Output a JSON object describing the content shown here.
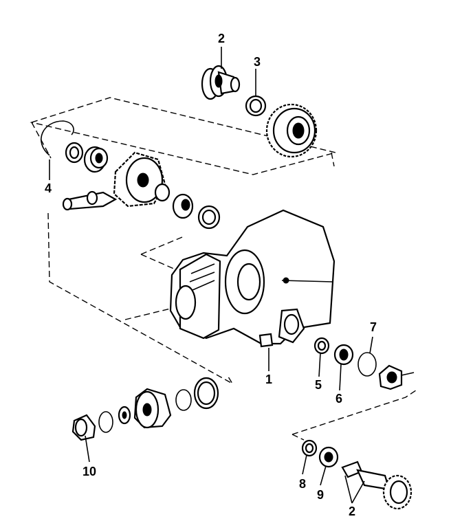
{
  "callouts": {
    "c1": "1",
    "c2_top": "2",
    "c3": "3",
    "c4": "4",
    "c5": "5",
    "c6": "6",
    "c7": "7",
    "c8": "8",
    "c9": "9",
    "c10": "10",
    "c2_bottom": "2"
  },
  "colors": {
    "ink": "#000000",
    "paper": "#ffffff"
  }
}
